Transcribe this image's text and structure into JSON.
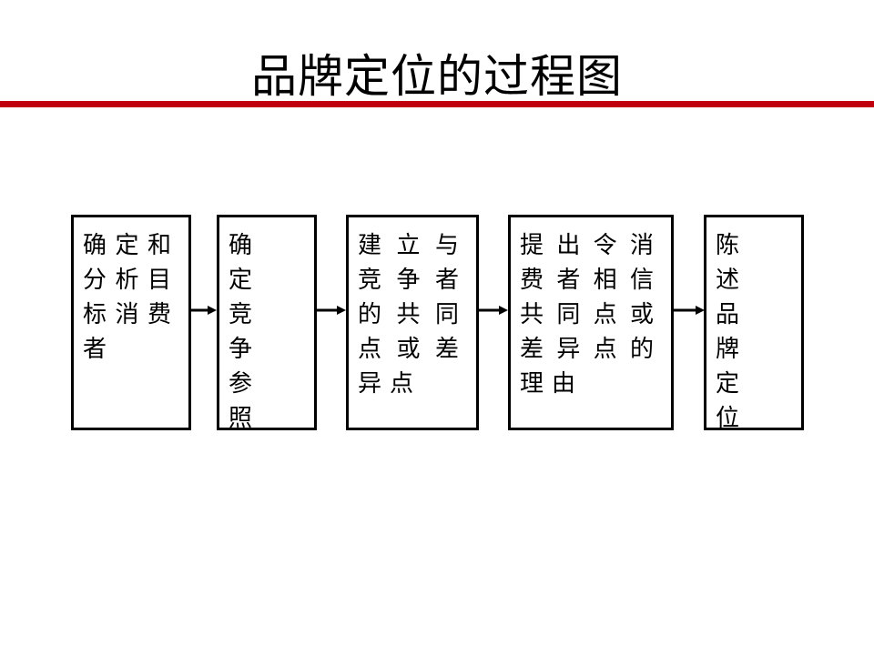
{
  "title": "品牌定位的过程图",
  "colors": {
    "title_rule": "#c0000f",
    "box_border": "#000000",
    "arrow": "#000000"
  },
  "steps": [
    {
      "text": "确定和分析目标消费者"
    },
    {
      "text": "确定竞争参照系"
    },
    {
      "text": "建立与竞争者的共同点或差异点"
    },
    {
      "text": "提出令消费者相信共同点或差异点的理由"
    },
    {
      "text": "陈述品牌定位"
    }
  ]
}
